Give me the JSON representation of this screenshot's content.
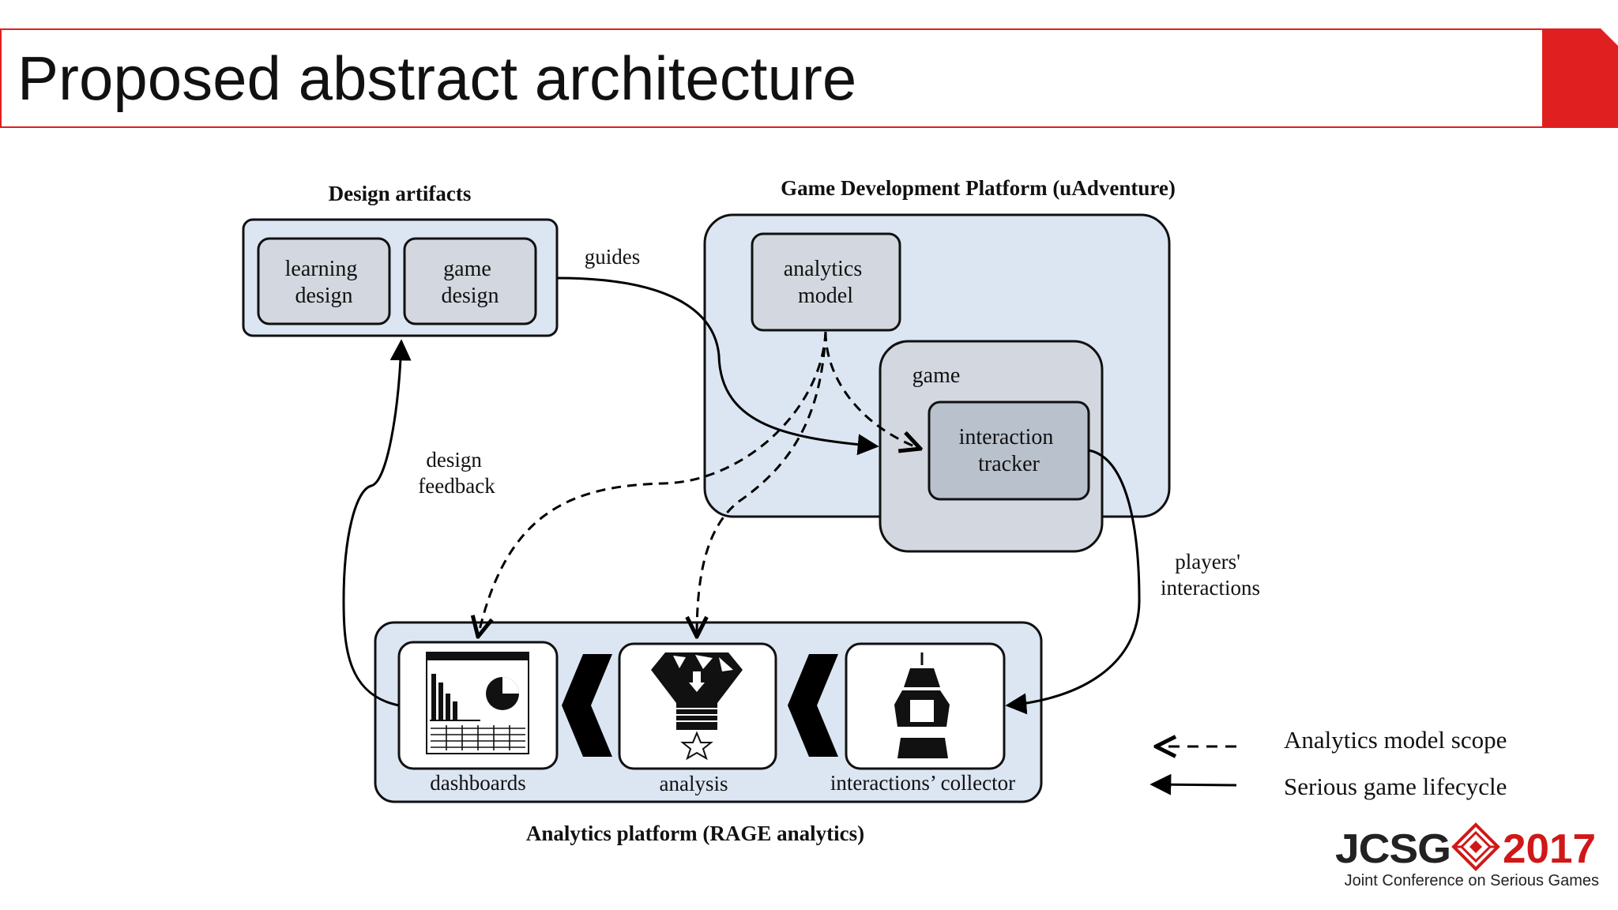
{
  "slide": {
    "title": "Proposed abstract architecture"
  },
  "diagram": {
    "design_artifacts": {
      "title": "Design artifacts",
      "learning_design": [
        "learning",
        "design"
      ],
      "game_design": [
        "game",
        "design"
      ]
    },
    "platform": {
      "title": "Game Development Platform (uAdventure)",
      "analytics_model": [
        "analytics",
        "model"
      ],
      "game": "game",
      "interaction_tracker": [
        "interaction",
        "tracker"
      ]
    },
    "edges": {
      "guides": "guides",
      "design_feedback": [
        "design",
        "feedback"
      ],
      "players_interactions": [
        "players'",
        "interactions"
      ]
    },
    "analytics_platform": {
      "title": "Analytics platform (RAGE analytics)",
      "dashboards": "dashboards",
      "analysis": "analysis",
      "collector": "interactions’ collector"
    },
    "legend": {
      "dashed": "Analytics model scope",
      "solid": "Serious game lifecycle"
    }
  },
  "logo": {
    "mark": "JCSG",
    "year": "2017",
    "caption": "Joint Conference on Serious Games"
  },
  "colors": {
    "accent_red": "#e02020",
    "box_fill": "#dce6f3",
    "inner_fill": "#d3d8e0",
    "tracker_fill": "#b9c1cd"
  }
}
